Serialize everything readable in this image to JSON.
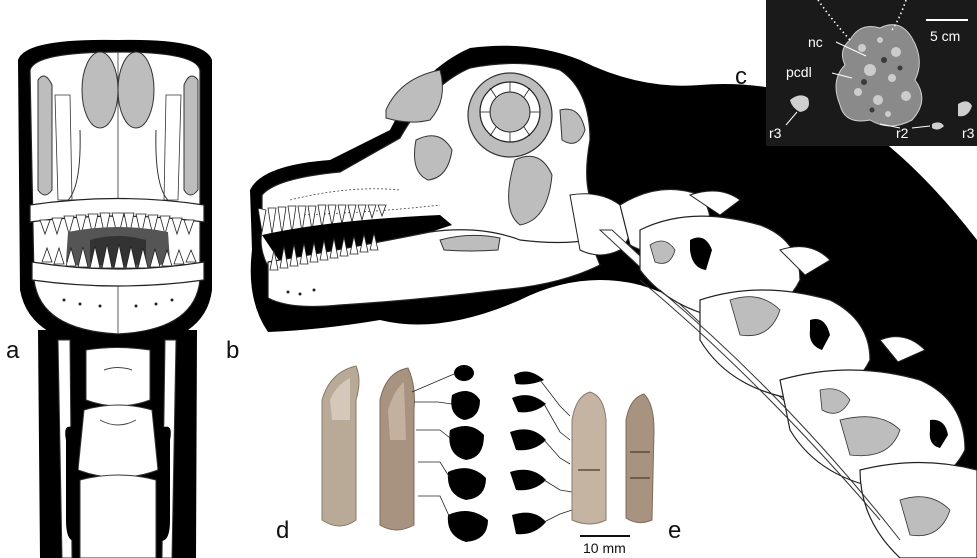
{
  "panels": {
    "a": "a",
    "b": "b",
    "c": "c",
    "d": "d",
    "e": "e"
  },
  "panel_c": {
    "labels": {
      "nc": "nc",
      "pcdl": "pcdl",
      "r3_left": "r3",
      "r2": "r2",
      "r3_right": "r3"
    },
    "scale_bar": "5 cm"
  },
  "panel_de": {
    "scale_bar": "10 mm"
  },
  "colors": {
    "silhouette": "#000000",
    "bone": "#ffffff",
    "fenestra": "#bdbdbd",
    "ct_background": "#1a1a1a",
    "tooth": "#b9aa98"
  }
}
